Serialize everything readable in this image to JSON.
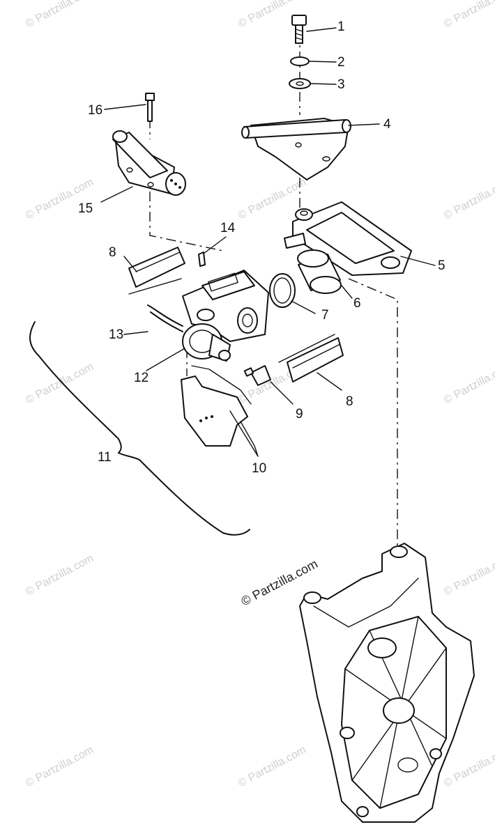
{
  "watermark": "© Partzilla.com",
  "callouts": [
    "1",
    "2",
    "3",
    "4",
    "5",
    "6",
    "7",
    "8",
    "8",
    "9",
    "10",
    "11",
    "12",
    "13",
    "14",
    "15",
    "16"
  ]
}
